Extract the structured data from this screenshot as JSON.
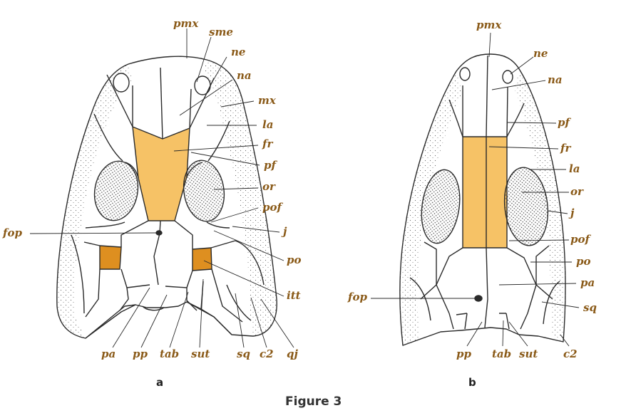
{
  "figure": {
    "caption": "Figure 3",
    "panel_a": "a",
    "panel_b": "b"
  },
  "colors": {
    "frontal": "#f6c266",
    "intertemporal": "#de8f20",
    "label": "#8a5a18",
    "line": "#2a2a2a"
  },
  "labels_a": {
    "pmx": "pmx",
    "sme": "sme",
    "ne": "ne",
    "na": "na",
    "mx": "mx",
    "la": "la",
    "fr": "fr",
    "pf": "pf",
    "or": "or",
    "pof": "pof",
    "fop": "fop",
    "j": "j",
    "po": "po",
    "itt": "itt",
    "pa": "pa",
    "pp": "pp",
    "tab": "tab",
    "sut": "sut",
    "sq": "sq",
    "c2": "c2",
    "qj": "qj"
  },
  "labels_b": {
    "pmx": "pmx",
    "ne": "ne",
    "na": "na",
    "pf": "pf",
    "fr": "fr",
    "la": "la",
    "or": "or",
    "j": "j",
    "pof": "pof",
    "po": "po",
    "fop": "fop",
    "pa": "pa",
    "sq": "sq",
    "pp": "pp",
    "tab": "tab",
    "sut": "sut",
    "c2": "c2"
  }
}
